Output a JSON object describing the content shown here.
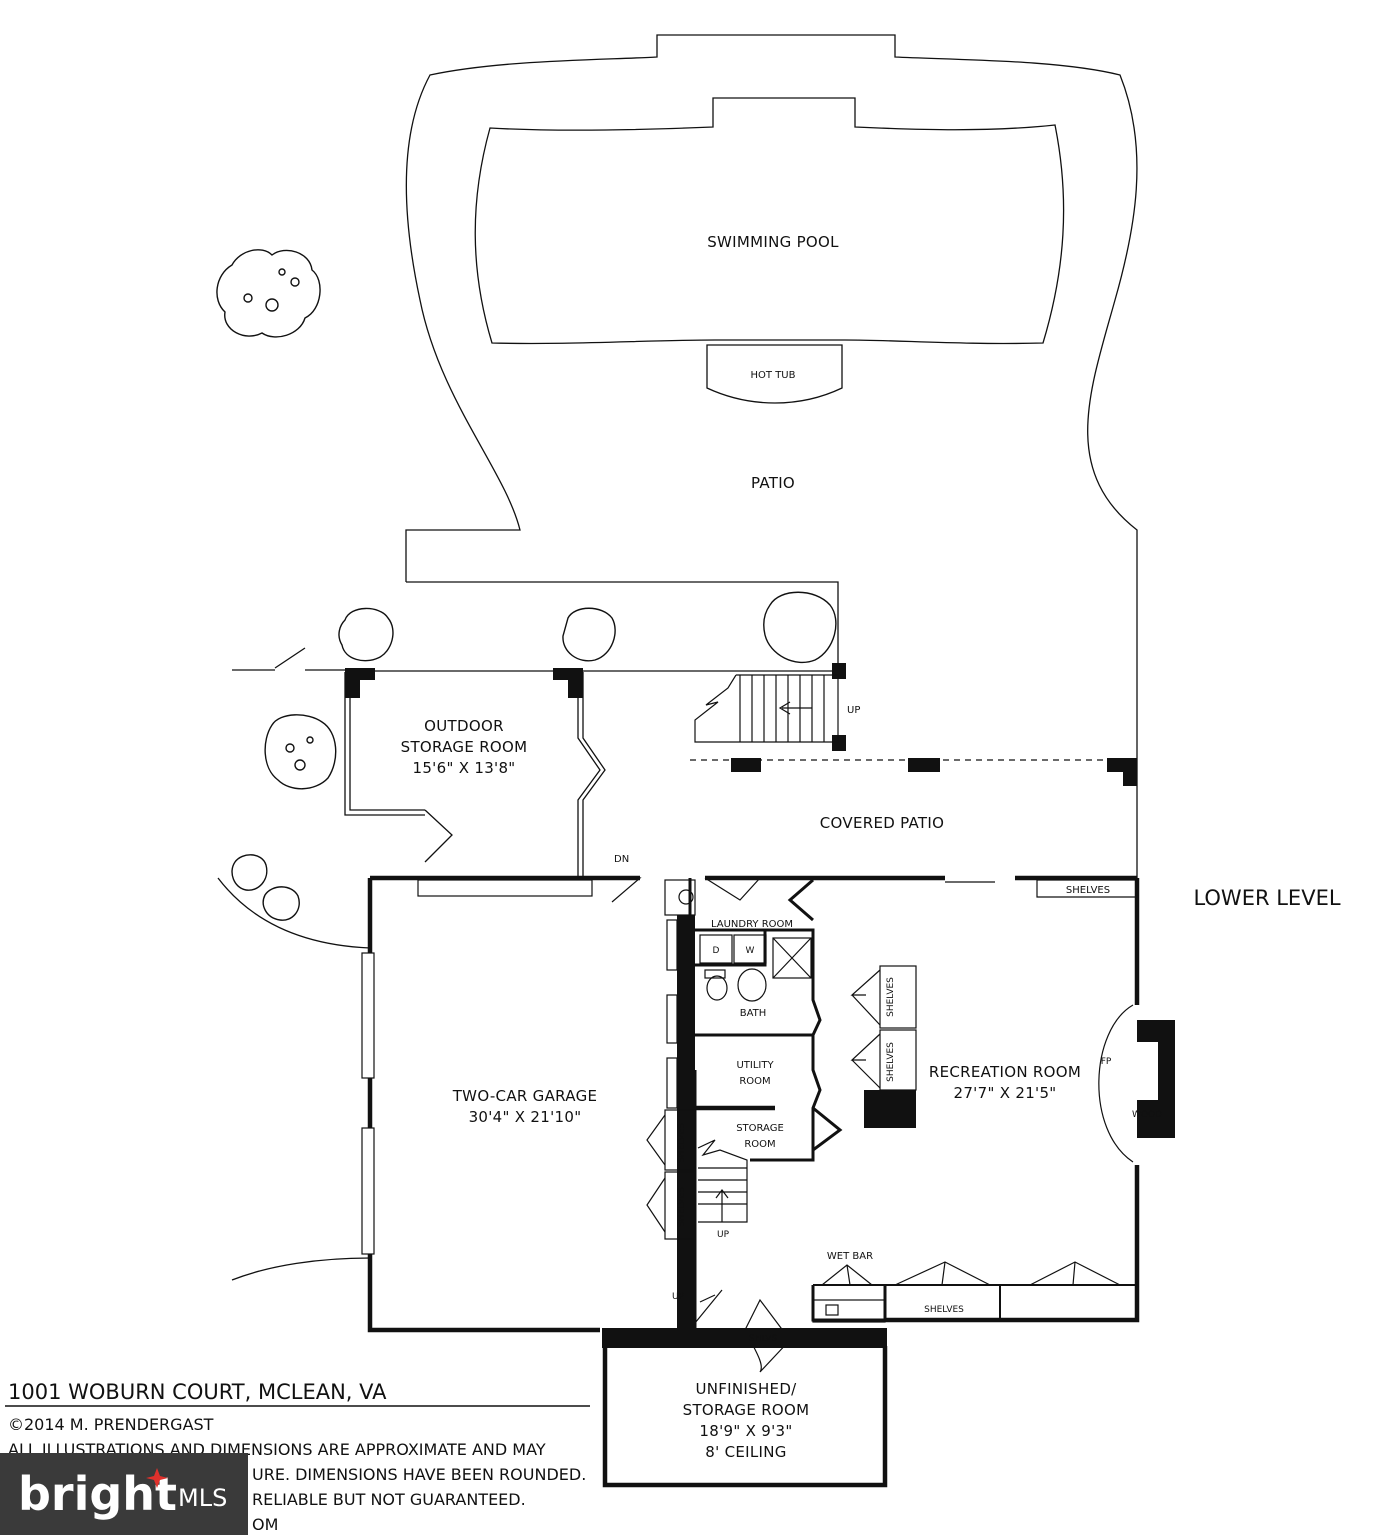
{
  "plan": {
    "level_title": "LOWER LEVEL",
    "rooms": {
      "swimming_pool": "SWIMMING POOL",
      "hot_tub": "HOT TUB",
      "patio": "PATIO",
      "outdoor_storage": {
        "name1": "OUTDOOR",
        "name2": "STORAGE ROOM",
        "dims": "15'6\" X 13'8\""
      },
      "covered_patio": "COVERED PATIO",
      "two_car_garage": {
        "name": "TWO-CAR GARAGE",
        "dims": "30'4\" X 21'10\""
      },
      "laundry_room": "LAUNDRY ROOM",
      "dryer": "D",
      "washer": "W",
      "bath": "BATH",
      "utility_room": {
        "name1": "UTILITY",
        "name2": "ROOM"
      },
      "storage_room": {
        "name1": "STORAGE",
        "name2": "ROOM"
      },
      "recreation_room": {
        "name": "RECREATION ROOM",
        "dims": "27'7\" X 21'5\""
      },
      "fireplace": "FP",
      "wood": "WOOD",
      "wet_bar": "WET BAR",
      "unfinished": {
        "name1": "UNFINISHED/",
        "name2": "STORAGE ROOM",
        "dims": "18'9\" X 9'3\"",
        "ceiling": "8' CEILING"
      }
    },
    "labels": {
      "shelves": "SHELVES",
      "shlvs": "SHLVS",
      "up": "UP",
      "dn": "DN"
    }
  },
  "footer": {
    "address": "1001 WOBURN COURT, MCLEAN, VA",
    "copyright": "©2014 M. PRENDERGAST",
    "line1": "ALL ILLUSTRATIONS AND DIMENSIONS ARE APPROXIMATE AND MAY",
    "line2": "URE. DIMENSIONS HAVE BEEN ROUNDED.",
    "line3": "RELIABLE BUT NOT GUARANTEED.",
    "line4": "OM"
  },
  "watermark": {
    "brand": "bright",
    "suffix": "MLS"
  },
  "colors": {
    "ink": "#111111",
    "watermark_bg": "#3a3a3a",
    "watermark_accent": "#e0312c"
  }
}
